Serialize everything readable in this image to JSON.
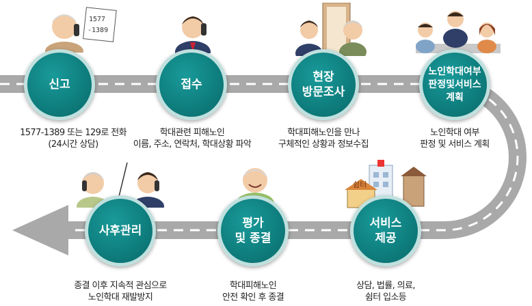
{
  "colors": {
    "circle": "#0f7f7f",
    "circle_ring": "#bfe0de",
    "road": "#a8a8a8",
    "road_dash": "#ffffff",
    "text": "#222222"
  },
  "steps": [
    {
      "title": "신고",
      "description": "1577-1389 또는 129로 전화\n(24시간 상담)",
      "illustration": "elderly-woman-on-phone"
    },
    {
      "title": "접수",
      "description": "학대관련 피해노인\n이름, 주소, 연락처, 학대상황 파악",
      "illustration": "counselor-on-phone"
    },
    {
      "title": "현장\n방문조사",
      "description": "학대피해노인을 만나\n구체적인 상황과 정보수집",
      "illustration": "home-visit"
    },
    {
      "title": "노인학대여부\n판정및서비스\n계획",
      "description": "노인학대 여부\n판정 및 서비스 계획",
      "illustration": "meeting"
    },
    {
      "title": "서비스\n제공",
      "description": "상담, 법률, 의료,\n쉼터 입소등",
      "illustration": "buildings"
    },
    {
      "title": "평가\n및 종결",
      "description": "학대피해노인\n안전 확인 후 종결",
      "illustration": "smiling-elder"
    },
    {
      "title": "사후관리",
      "description": "종결 이후 지속적 관심으로\n노인학대 재발방지",
      "illustration": "phone-follow-up"
    }
  ],
  "phone_note": "1577\n-1389",
  "shelter_sign": "쉼터"
}
